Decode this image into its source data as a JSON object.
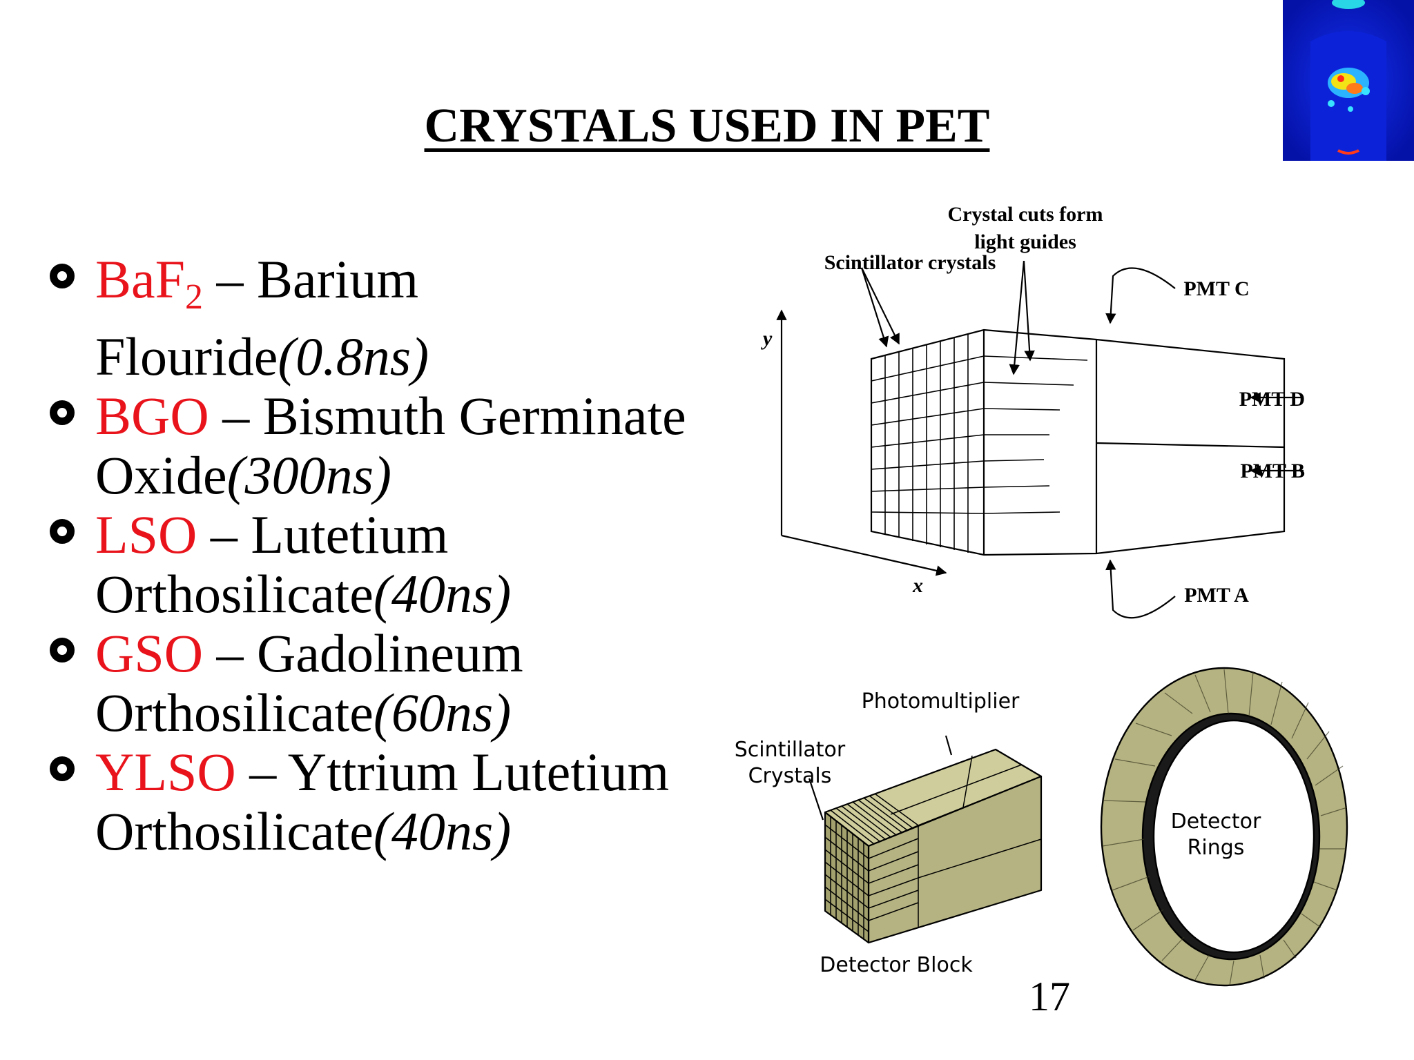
{
  "slide": {
    "title": "CRYSTALS USED IN PET",
    "page_number": "17"
  },
  "bullets": [
    {
      "acronym": "BaF",
      "subscript": "2",
      "description": " – Barium",
      "continuation": "Flouride",
      "decay_time": "(0.8ns)"
    },
    {
      "acronym": "BGO",
      "description": " – Bismuth Germinate",
      "continuation": "Oxide",
      "decay_time": "(300ns)"
    },
    {
      "acronym": "LSO",
      "description": " – Lutetium",
      "continuation": "Orthosilicate",
      "decay_time": "(40ns)"
    },
    {
      "acronym": "GSO",
      "description": " – Gadolineum",
      "continuation": "Orthosilicate",
      "decay_time": "(60ns)"
    },
    {
      "acronym": "YLSO",
      "description": " – Yttrium Lutetium",
      "continuation": "Orthosilicate",
      "decay_time": "(40ns)"
    }
  ],
  "diagram": {
    "label_crystal_cuts_1": "Crystal cuts form",
    "label_crystal_cuts_2": "light guides",
    "label_scintillator": "Scintillator crystals",
    "label_pmt_c": "PMT C",
    "label_pmt_d": "PMT D",
    "label_pmt_b": "PMT B",
    "label_pmt_a": "PMT A",
    "axis_y": "y",
    "axis_x": "x"
  },
  "block_figure": {
    "label_photomultiplier": "Photomultiplier",
    "label_scintillator_1": "Scintillator",
    "label_scintillator_2": "Crystals",
    "label_detector_block": "Detector Block"
  },
  "ring_figure": {
    "label_1": "Detector",
    "label_2": "Rings"
  },
  "colors": {
    "acronym": "#e8131b",
    "block_face": "#b5b382",
    "block_side": "#a3a16e",
    "pet_background": "#0a1ec8"
  }
}
